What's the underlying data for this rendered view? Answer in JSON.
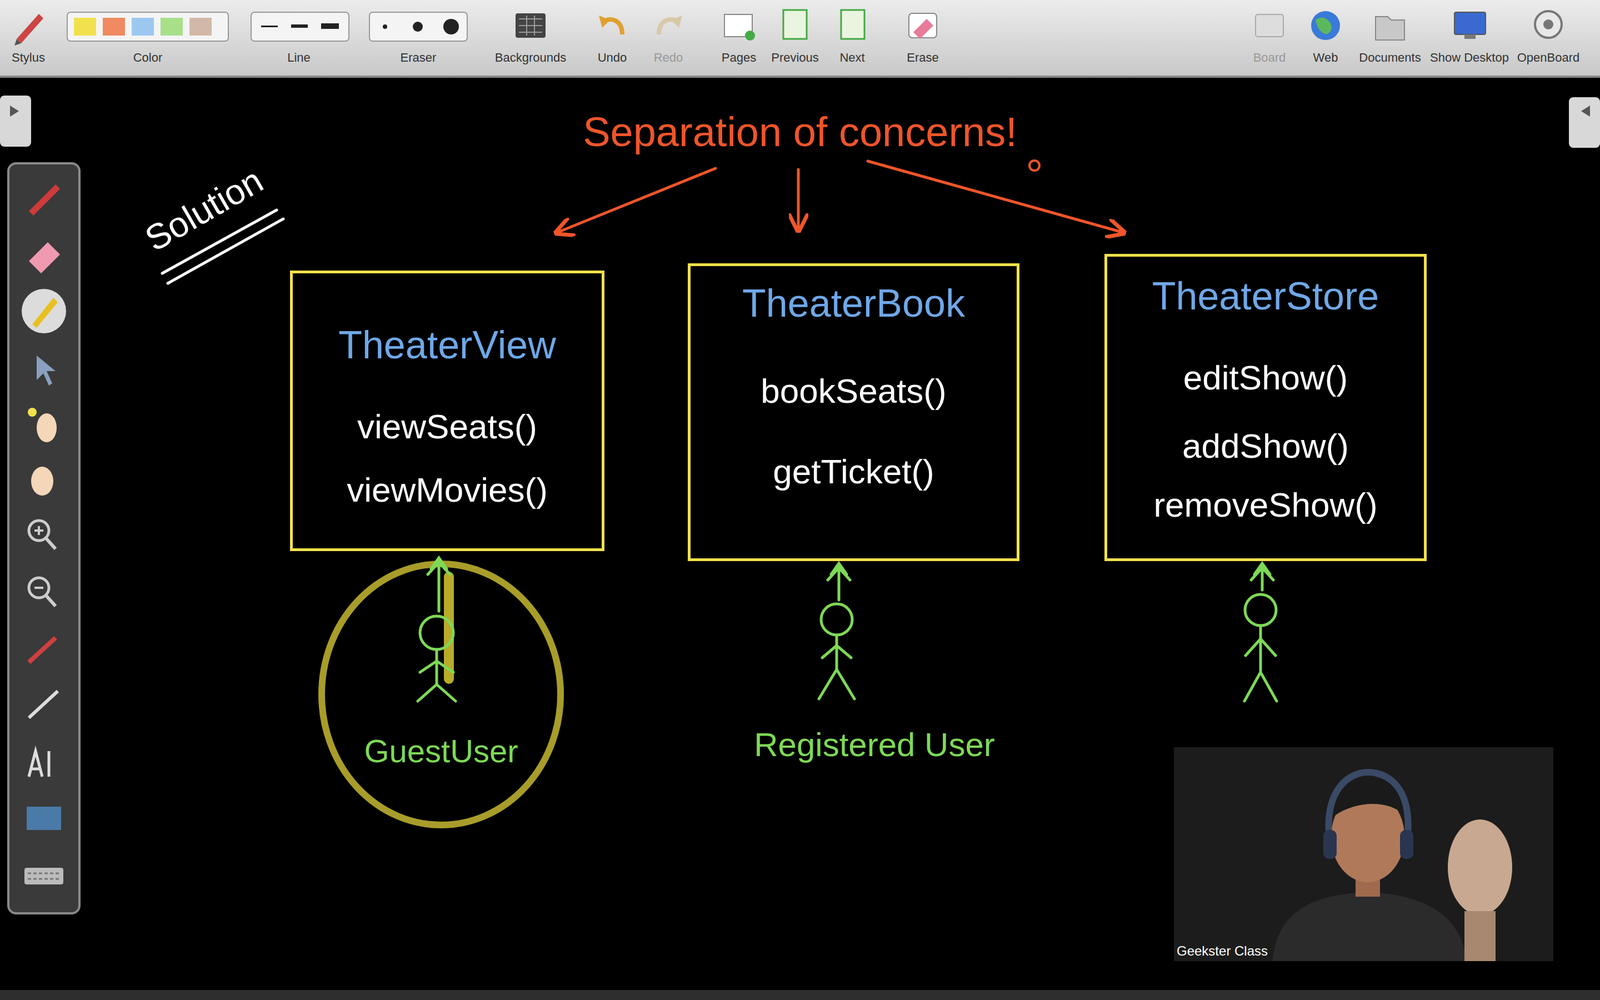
{
  "diagram": {
    "title": "Separation of concerns!",
    "nodes": [
      {
        "text": [
          "TheaterView",
          "viewSeats()",
          "viewMovies()"
        ]
      },
      {
        "text": [
          "TheaterBook",
          "bookSeats()",
          "getTicket()"
        ]
      },
      {
        "text": [
          "TheaterStore",
          "editShow()",
          "addShow()",
          "removeShow()"
        ]
      }
    ],
    "labels": [
      "Stylus",
      "Color",
      "Line",
      "Eraser",
      "Backgrounds",
      "Undo",
      "Redo",
      "Pages",
      "Previous",
      "Next",
      "Erase",
      "Board",
      "Web",
      "Documents",
      "Show Desktop",
      "OpenBoard",
      "Solution",
      "GuestUser",
      "Registered User",
      "Geekster Class"
    ]
  }
}
